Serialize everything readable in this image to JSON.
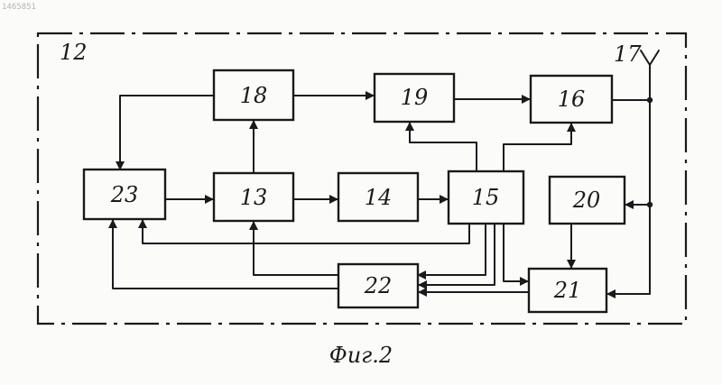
{
  "document": {
    "number": "1465851",
    "figure_caption": "Фиг.2",
    "frame_label": "12",
    "antenna_label": "17"
  },
  "blocks": [
    {
      "id": "23",
      "label": "23"
    },
    {
      "id": "18",
      "label": "18"
    },
    {
      "id": "13",
      "label": "13"
    },
    {
      "id": "19",
      "label": "19"
    },
    {
      "id": "14",
      "label": "14"
    },
    {
      "id": "15",
      "label": "15"
    },
    {
      "id": "16",
      "label": "16"
    },
    {
      "id": "20",
      "label": "20"
    },
    {
      "id": "22",
      "label": "22"
    },
    {
      "id": "21",
      "label": "21"
    }
  ]
}
